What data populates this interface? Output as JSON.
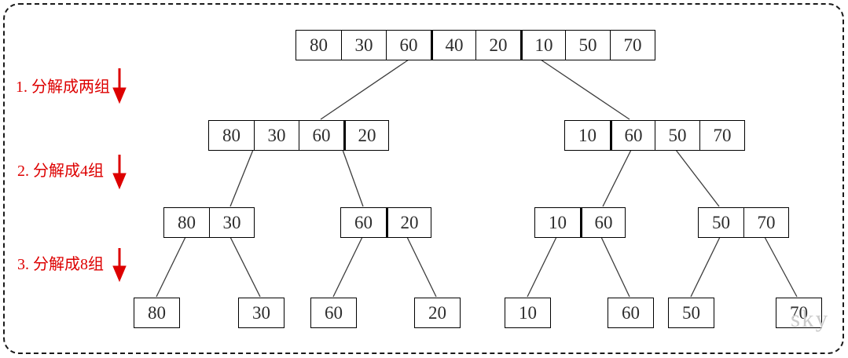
{
  "steps": [
    {
      "label": "1. 分解成两组"
    },
    {
      "label": "2. 分解成4组"
    },
    {
      "label": "3. 分解成8组"
    }
  ],
  "tree": {
    "level1": [
      "80",
      "30",
      "60",
      "40",
      "20",
      "10",
      "50",
      "70"
    ],
    "level2_left": [
      "80",
      "30",
      "60",
      "20"
    ],
    "level2_right": [
      "10",
      "60",
      "50",
      "70"
    ],
    "level3": [
      [
        "80",
        "30"
      ],
      [
        "60",
        "20"
      ],
      [
        "10",
        "60"
      ],
      [
        "50",
        "70"
      ]
    ],
    "level4": [
      "80",
      "30",
      "60",
      "20",
      "10",
      "60",
      "50",
      "70"
    ]
  },
  "watermark": "sky",
  "colors": {
    "accent_red": "#dd0000",
    "connector_line": "#3c3c3c",
    "box_border": "#000000",
    "watermark_gray": "#cbcbcb"
  }
}
